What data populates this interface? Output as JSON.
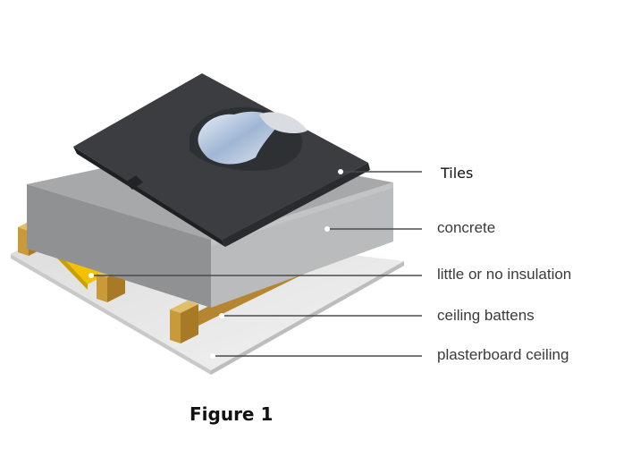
{
  "labels": {
    "tiles": "Tiles",
    "concrete": "concrete",
    "insulation": "little or no insulation",
    "battens": "ceiling battens",
    "plasterboard": "plasterboard ceiling"
  },
  "caption": "Figure 1",
  "colors": {
    "tiles": "#3b3d40",
    "concrete": "#a9aaab",
    "battens": "#c9a44a",
    "insulation": "#e8b900",
    "plasterboard": "#e5e5e5"
  }
}
